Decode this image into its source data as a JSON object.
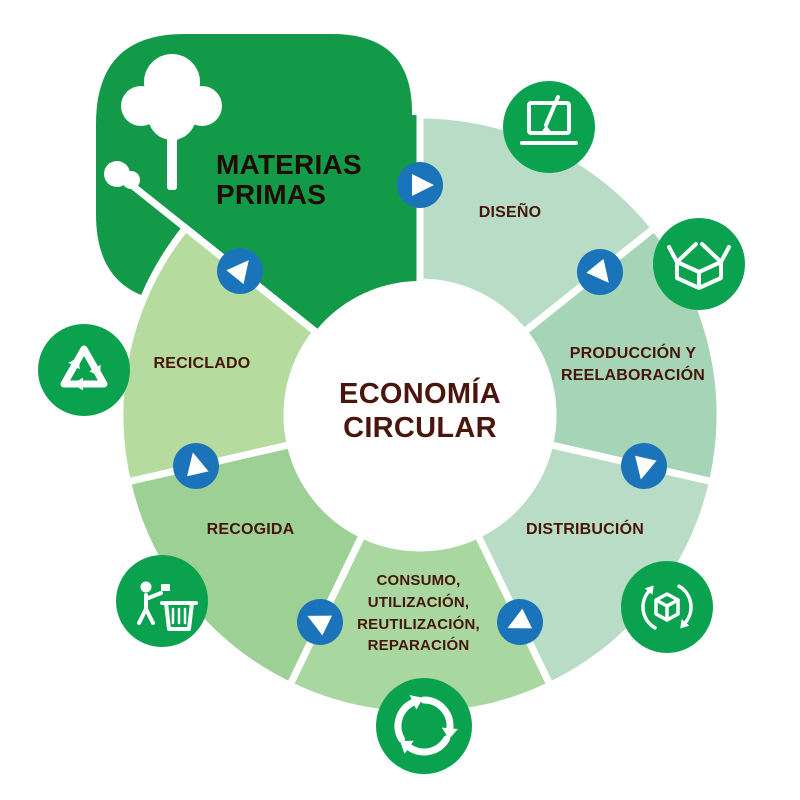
{
  "diagram": {
    "center_title": "ECONOMÍA CIRCULAR",
    "flow_direction": "clockwise"
  },
  "segments": [
    {
      "label": "DISEÑO",
      "color": "#b8dcc6",
      "icon": "laptop-pencil-icon"
    },
    {
      "label": "PRODUCCIÓN Y REELABORACIÓN",
      "color": "#a6d4b6",
      "icon": "open-box-icon"
    },
    {
      "label": "DISTRIBUCIÓN",
      "color": "#b8dcc6",
      "icon": "box-cycle-icon"
    },
    {
      "label": "CONSUMO, UTILIZACIÓN, REUTILIZACIÓN, REPARACIÓN",
      "color": "#a9d7a0",
      "icon": "cycle-arrows-icon"
    },
    {
      "label": "RECOGIDA",
      "color": "#9dd095",
      "icon": "trash-disposal-icon"
    },
    {
      "label": "RECICLADO",
      "color": "#b6db9e",
      "icon": "recycle-icon"
    },
    {
      "label": "MATERIAS PRIMAS",
      "color": "#129a48",
      "icon": "tree-icon"
    }
  ],
  "colors": {
    "arrow_blue": "#1b73b9",
    "badge_green": "#0ba24f",
    "label_maroon": "#47150a",
    "center_title_maroon": "#4a150c",
    "materias_label": "#200a02",
    "icon_white": "#ffffff"
  },
  "arrows": {
    "count": 7,
    "style": "play-triangle",
    "direction": "clockwise"
  }
}
